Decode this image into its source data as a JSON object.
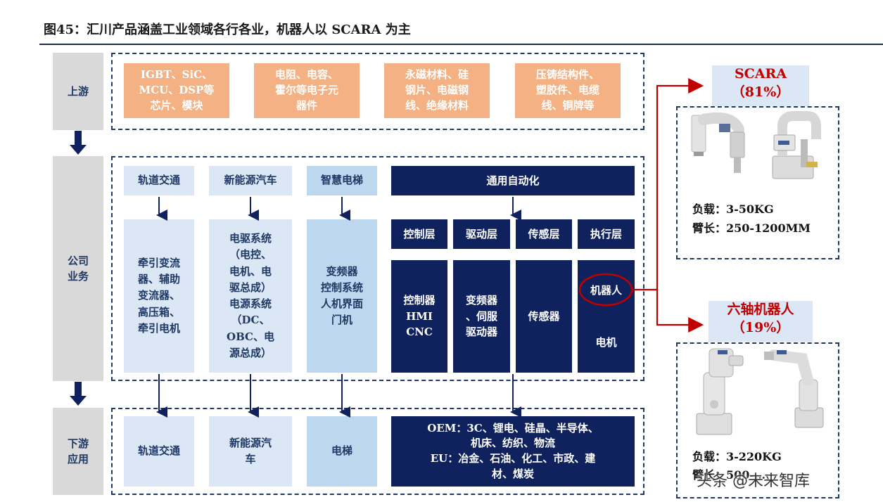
{
  "title": "图45：汇川产品涵盖工业领域各行各业，机器人以 SCARA 为主",
  "rows": {
    "upstream": "上游",
    "company": "公司\n业务",
    "downstream": "下游\n应用"
  },
  "upstream_items": [
    "IGBT、SiC、\nMCU、DSP等\n芯片、模块",
    "电阻、电容、\n霍尔等电子元\n器件",
    "永磁材料、硅\n钢片、电磁钢\n线、绝缘材料",
    "压铸结构件、\n塑胶件、电缆\n线、铜牌等"
  ],
  "business": {
    "rail": {
      "header": "轨道交通",
      "body": "牵引变流\n器、辅助\n变流器、\n高压箱、\n牵引电机"
    },
    "nev": {
      "header": "新能源汽车",
      "body": "电驱系统\n（电控、\n电机、电\n驱总成）\n电源系统\n（DC、\nOBC、电\n源总成）"
    },
    "elevator": {
      "header": "智慧电梯",
      "body": "变频器\n控制系统\n人机界面\n门机"
    },
    "automation": {
      "header": "通用自动化",
      "layers": [
        "控制层",
        "驱动层",
        "传感层",
        "执行层"
      ],
      "products": [
        "控制器\nHMI\nCNC",
        "变频器\n、伺服\n驱动器",
        "传感器",
        ""
      ],
      "robot": "机器人",
      "motor": "电机"
    }
  },
  "downstream_items": {
    "rail": "轨道交通",
    "nev": "新能源汽\n车",
    "elevator": "电梯",
    "automation": "OEM：3C、锂电、硅晶、半导体、\n机床、纺织、物流\nEU：冶金、石油、化工、市政、建\n材、煤炭"
  },
  "scara": {
    "title": "SCARA\n（81%）",
    "specs": [
      "负载：3-50KG",
      "臂长：250-1200MM"
    ]
  },
  "six_axis": {
    "title": "六轴机器人\n（19%）",
    "specs": [
      "负载：3-220KG",
      "臂长：500-…"
    ]
  },
  "watermark": "头条 @未来智库",
  "colors": {
    "navy": "#10225e",
    "light_blue": "#dbe7f5",
    "mid_blue": "#bdd7ee",
    "orange": "#f4b183",
    "red_accent": "#c00000"
  }
}
